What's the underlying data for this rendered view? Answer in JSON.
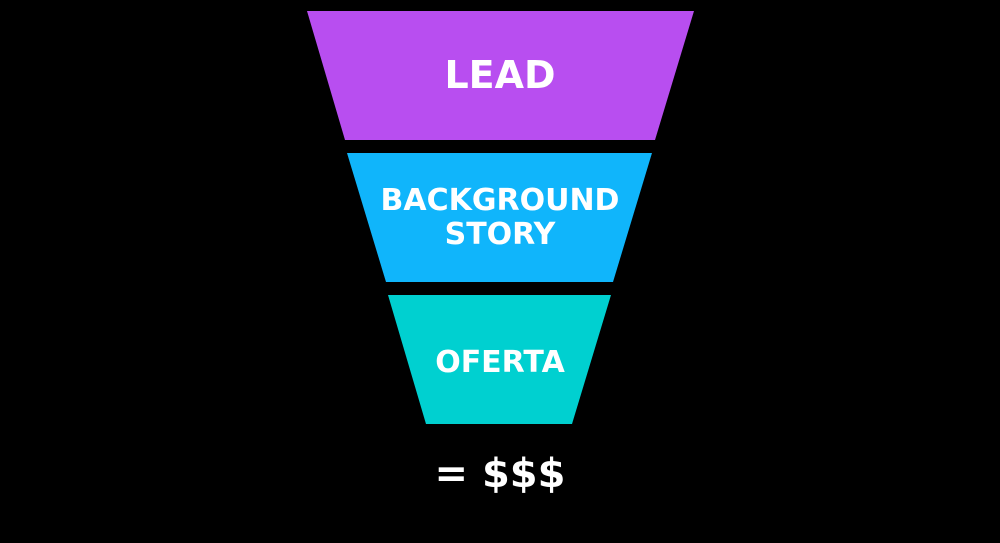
{
  "background_color": "#000000",
  "text_color": "#ffffff",
  "funnel": {
    "stages": [
      {
        "lines": [
          "LEAD"
        ],
        "color": "#b84ef0"
      },
      {
        "lines": [
          "BACKGROUND",
          "STORY"
        ],
        "color": "#10b5fb"
      },
      {
        "lines": [
          "OFERTA"
        ],
        "color": "#00d0d0"
      }
    ]
  },
  "result": {
    "label": "= $$$"
  }
}
